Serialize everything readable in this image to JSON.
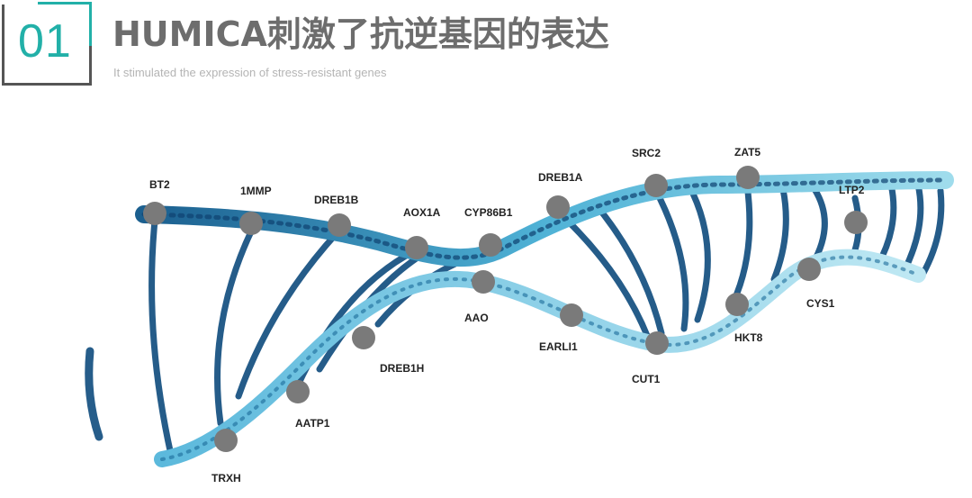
{
  "header": {
    "number": "01",
    "title": "HUMICA刺激了抗逆基因的表达",
    "subtitle": "It stimulated the expression of stress-resistant genes"
  },
  "genes": [
    {
      "id": "bt2",
      "label": "BT2"
    },
    {
      "id": "1mmp",
      "label": "1MMP"
    },
    {
      "id": "dreb1b",
      "label": "DREB1B"
    },
    {
      "id": "aox1a",
      "label": "AOX1A"
    },
    {
      "id": "cyp86b1",
      "label": "CYP86B1"
    },
    {
      "id": "dreb1a",
      "label": "DREB1A"
    },
    {
      "id": "src2",
      "label": "SRC2"
    },
    {
      "id": "zat5",
      "label": "ZAT5"
    },
    {
      "id": "ltp2",
      "label": "LTP2"
    },
    {
      "id": "cys1",
      "label": "CYS1"
    },
    {
      "id": "hkt8",
      "label": "HKT8"
    },
    {
      "id": "cut1",
      "label": "CUT1"
    },
    {
      "id": "earli1",
      "label": "EARLI1"
    },
    {
      "id": "aao",
      "label": "AAO"
    },
    {
      "id": "dreb1h",
      "label": "DREB1H"
    },
    {
      "id": "aatp1",
      "label": "AATP1"
    },
    {
      "id": "trxh",
      "label": "TRXH"
    }
  ],
  "colors": {
    "accent": "#22b0a8",
    "title": "#6d6d6d",
    "subtitle": "#b4b4b4",
    "node": "#7a7a7a",
    "helix_dark": "#0f4a7a",
    "helix_light": "#6cc6e0"
  }
}
